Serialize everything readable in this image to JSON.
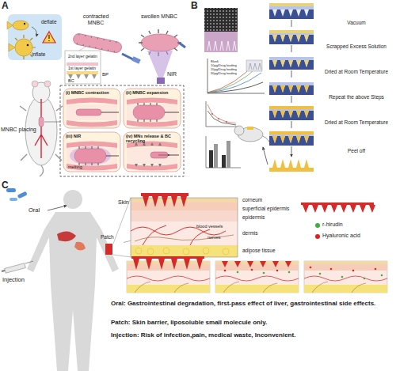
{
  "diagram": {
    "nodes": [
      {
        "text": [
          "deflate",
          "inflate"
        ]
      },
      {
        "text": [
          "(i) MNBC contraction"
        ]
      },
      {
        "text": [
          "(ii) MNBC expansion"
        ]
      },
      {
        "text": [
          "(iii) NIR",
          "melting"
        ]
      },
      {
        "text": [
          "(iv) MNs release & BC recycling"
        ]
      },
      {
        "text": [
          "Patch"
        ]
      },
      {
        "text": [
          "Skin"
        ]
      }
    ],
    "edges": [
      {
        "from": 5,
        "to": 6,
        "arrow": "none"
      }
    ],
    "labels": [
      "A",
      "contracted MNBC",
      "swollen MNBC",
      "2nd layer gelatin",
      "1st layer gelatin",
      "BC",
      "BP",
      "NIR",
      "MNBC placing",
      "B",
      "Vacuum",
      "Scrapped Excess Solution",
      "Dried at Room Temperature",
      "Repeat the above Steps",
      "Dried at Room Temperature",
      "Peel off",
      "C",
      "Oral",
      "Injection",
      "corneum",
      "superficial epidermis",
      "epidermis",
      "dermis",
      "adipose tissue",
      "blood vessels",
      "nerves",
      "Oral: Gastrointestinal degradation, first-pass effect of liver, gastrointestinal side effects.",
      "Patch: Skin barrier, liposoluble small molecule only.",
      "Injection: Risk of infection,pain, medical waste, Inconvenient.",
      "Blank",
      "10μg/Drug loading",
      "20μg/Drug loading",
      "30μg/Drug loading"
    ],
    "legend": [
      {
        "text": "r-hirudin",
        "color": "#3cb043"
      },
      {
        "text": "Hyaluronic acid",
        "color": "#e02020"
      }
    ]
  }
}
